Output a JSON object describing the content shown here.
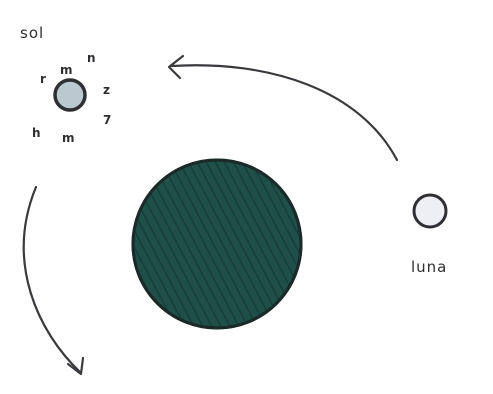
{
  "labels": {
    "sun": "sol",
    "moon": "luna"
  },
  "sun_ray_marks": {
    "top_left": "r",
    "top_center": "m",
    "top_right": "n",
    "right_upper": "z",
    "right_lower": "7",
    "bottom_right": "m",
    "bottom_left": "h"
  },
  "colors": {
    "earth_fill": "#1f4f49",
    "earth_stroke": "#1b2a28",
    "earth_hatch": "#173d38",
    "sun_fill": "#b9c9cf",
    "moon_fill": "#eeeef5",
    "ink": "#3a3a3e"
  }
}
